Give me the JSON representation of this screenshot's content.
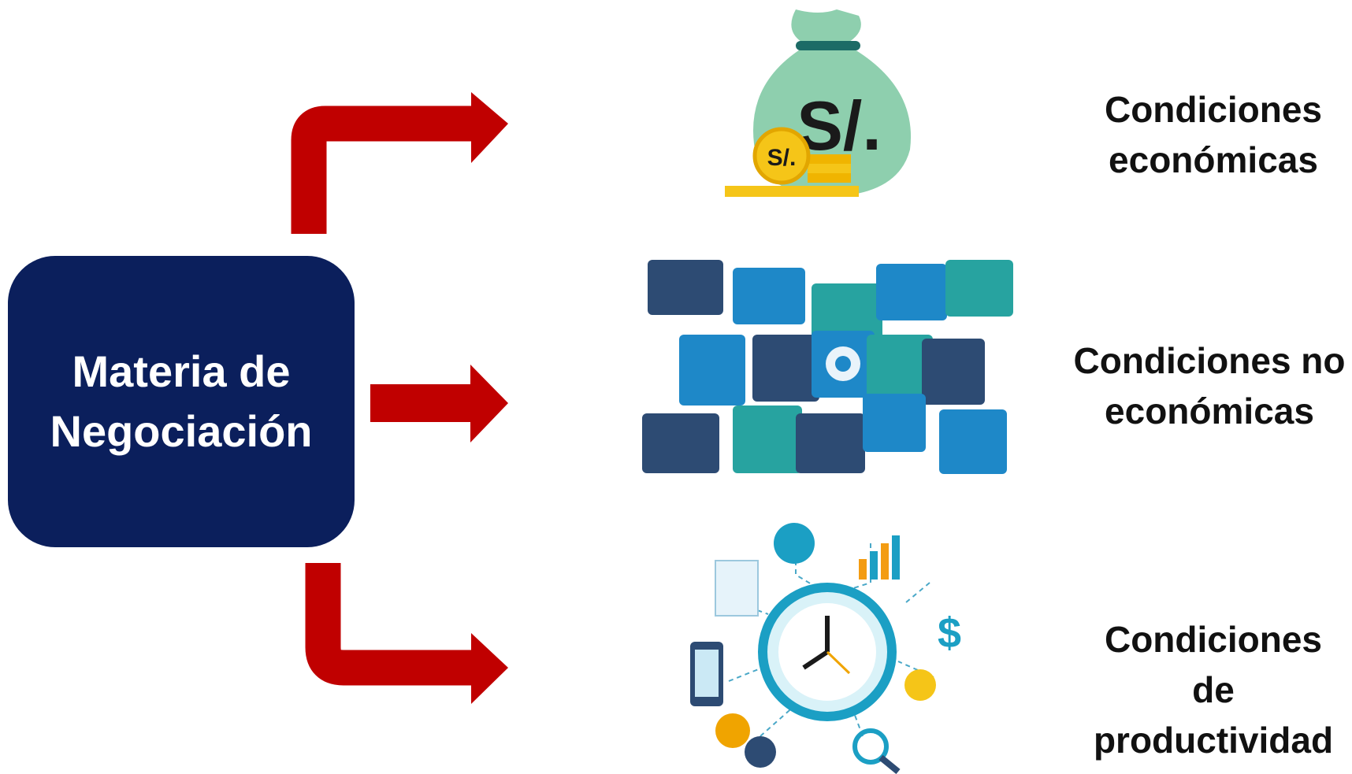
{
  "main_box": {
    "text": "Materia de\nNegociación"
  },
  "branches": [
    {
      "label": "Condiciones\neconómicas",
      "icon": "money-bag-icon"
    },
    {
      "label": "Condiciones no\neconómicas",
      "icon": "puzzle-icons-icon"
    },
    {
      "label": "Condiciones de\nproductividad",
      "icon": "productivity-clock-icon"
    }
  ],
  "icon_text": {
    "bag_symbol": "S/.",
    "coin_symbol": "S/."
  },
  "colors": {
    "main_box": "#0b1f5c",
    "arrow": "#c00000",
    "bag": "#8ecfae",
    "coin": "#f5c518",
    "puzzle_dark": "#2d4b73",
    "puzzle_blue": "#1e88c8",
    "puzzle_teal": "#27a3a0",
    "clock": "#1b9fc4"
  }
}
